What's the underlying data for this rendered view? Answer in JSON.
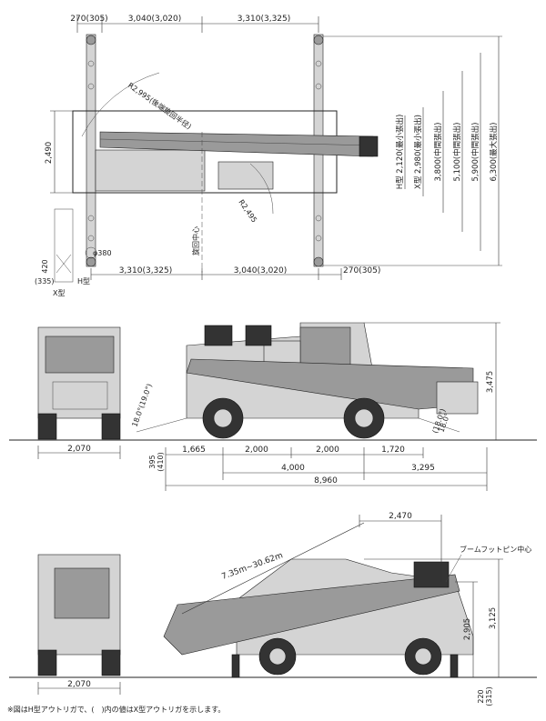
{
  "top_view": {
    "dim_top_left": "270(305)",
    "dim_top_mid": "3,040(3,020)",
    "dim_top_right": "3,310(3,325)",
    "dim_bottom_left": "3,310(3,325)",
    "dim_bottom_mid": "3,040(3,020)",
    "dim_bottom_right": "270(305)",
    "width_total": "2,490",
    "radius_rear": "R2,995(後端旋回半径)",
    "radius_small": "R2,495",
    "center_label": "旋回中心",
    "pad_diameter": "φ380",
    "outrigger_spans": [
      "H型 2,120(最小張出)",
      "X型 2,980(最小張出)",
      "3,800(中間張出)",
      "5,100(中間張出)",
      "5,900(中間張出)",
      "6,300(最大張出)"
    ],
    "x_type_inset_dim": "420",
    "x_type_inset_dim2": "(335)",
    "x_type_label": "X型",
    "h_type_label": "H型"
  },
  "side_view": {
    "front_width": "2,070",
    "height": "3,475",
    "angle_front": "18.0°(19.0°)",
    "angle_rear": "18.0°",
    "angle_rear2": "(18.0°)",
    "ground_clearance": "395",
    "ground_clearance2": "(410)",
    "d1": "1,665",
    "d2": "2,000",
    "d3": "2,000",
    "d4": "1,720",
    "wheelbase": "4,000",
    "rear_overhang": "3,295",
    "total_length": "8,960"
  },
  "work_view": {
    "front_width": "2,070",
    "boom_length": "7.35m~30.62m",
    "boom_offset": "2,470",
    "boom_pin_label": "ブームフットピン中心",
    "pin_height": "2,905",
    "total_height": "3,125",
    "bottom_dim": "220",
    "bottom_dim2": "(315)"
  },
  "footnote": "※図はH型アウトリガで、(　)内の値はX型アウトリガを示します。"
}
